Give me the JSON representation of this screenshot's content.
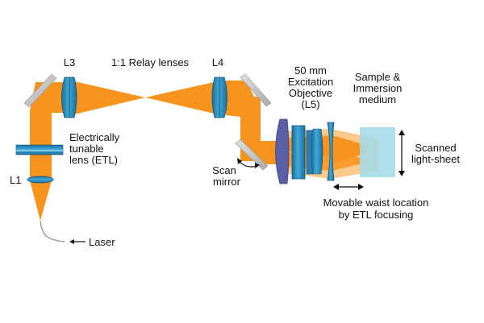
{
  "colors": {
    "beam": "#f7941d",
    "beam_light": "#fbc98a",
    "lens": "#2a8fc1",
    "lens_dark": "#1a5f8a",
    "mirror": "#c8c8c8",
    "objective_dark": "#5b5fa3",
    "sample": "#a6dbe6"
  },
  "labels": {
    "l3": "L3",
    "relay": "1:1 Relay lenses",
    "l4": "L4",
    "objective": [
      "50 mm",
      "Excitation",
      "Objective",
      "(L5)"
    ],
    "sample": [
      "Sample &",
      "Immersion",
      "medium"
    ],
    "etl": [
      "Electrically",
      "tunable",
      "lens (ETL)"
    ],
    "l1": "L1",
    "scan_mirror": [
      "Scan",
      "mirror"
    ],
    "scanned": [
      "Scanned",
      "light-sheet"
    ],
    "waist": [
      "Movable waist location",
      "by ETL focusing"
    ],
    "laser": "Laser"
  },
  "icons": [
    "arrow-left-icon",
    "double-arrow-horizontal-icon",
    "double-arrow-vertical-icon",
    "curved-double-arrow-icon"
  ]
}
